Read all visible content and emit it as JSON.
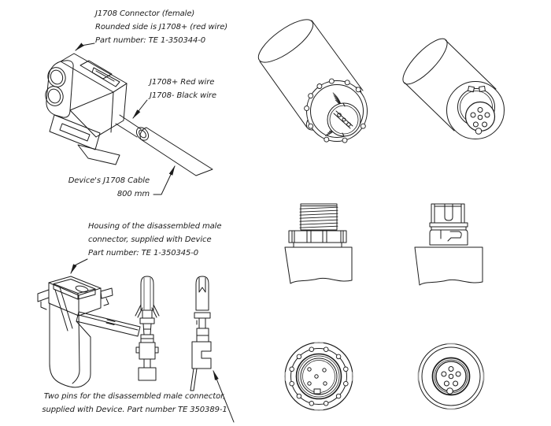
{
  "figure": {
    "background": "#ffffff",
    "ink_color": "#1c1c1c",
    "centerline_tick_color": "#9a9a9a"
  },
  "annotations": {
    "female_connector": {
      "lines": [
        "J1708 Connector (female)",
        "Rounded side is J1708+ (red wire)",
        "Part number: TE 1-350344-0"
      ]
    },
    "wires": {
      "lines": [
        "J1708+ Red wire",
        "J1708- Black wire"
      ]
    },
    "cable": {
      "lines": [
        "Device's J1708 Cable",
        "800 mm"
      ]
    },
    "housing": {
      "lines": [
        "Housing of the disassembled male",
        "connector, supplied with Device",
        "Part number: TE 1-350345-0"
      ]
    },
    "pins": {
      "lines": [
        "Two pins for the disassembled male connector,",
        "supplied with Device. Part number TE 350389-1"
      ]
    }
  }
}
